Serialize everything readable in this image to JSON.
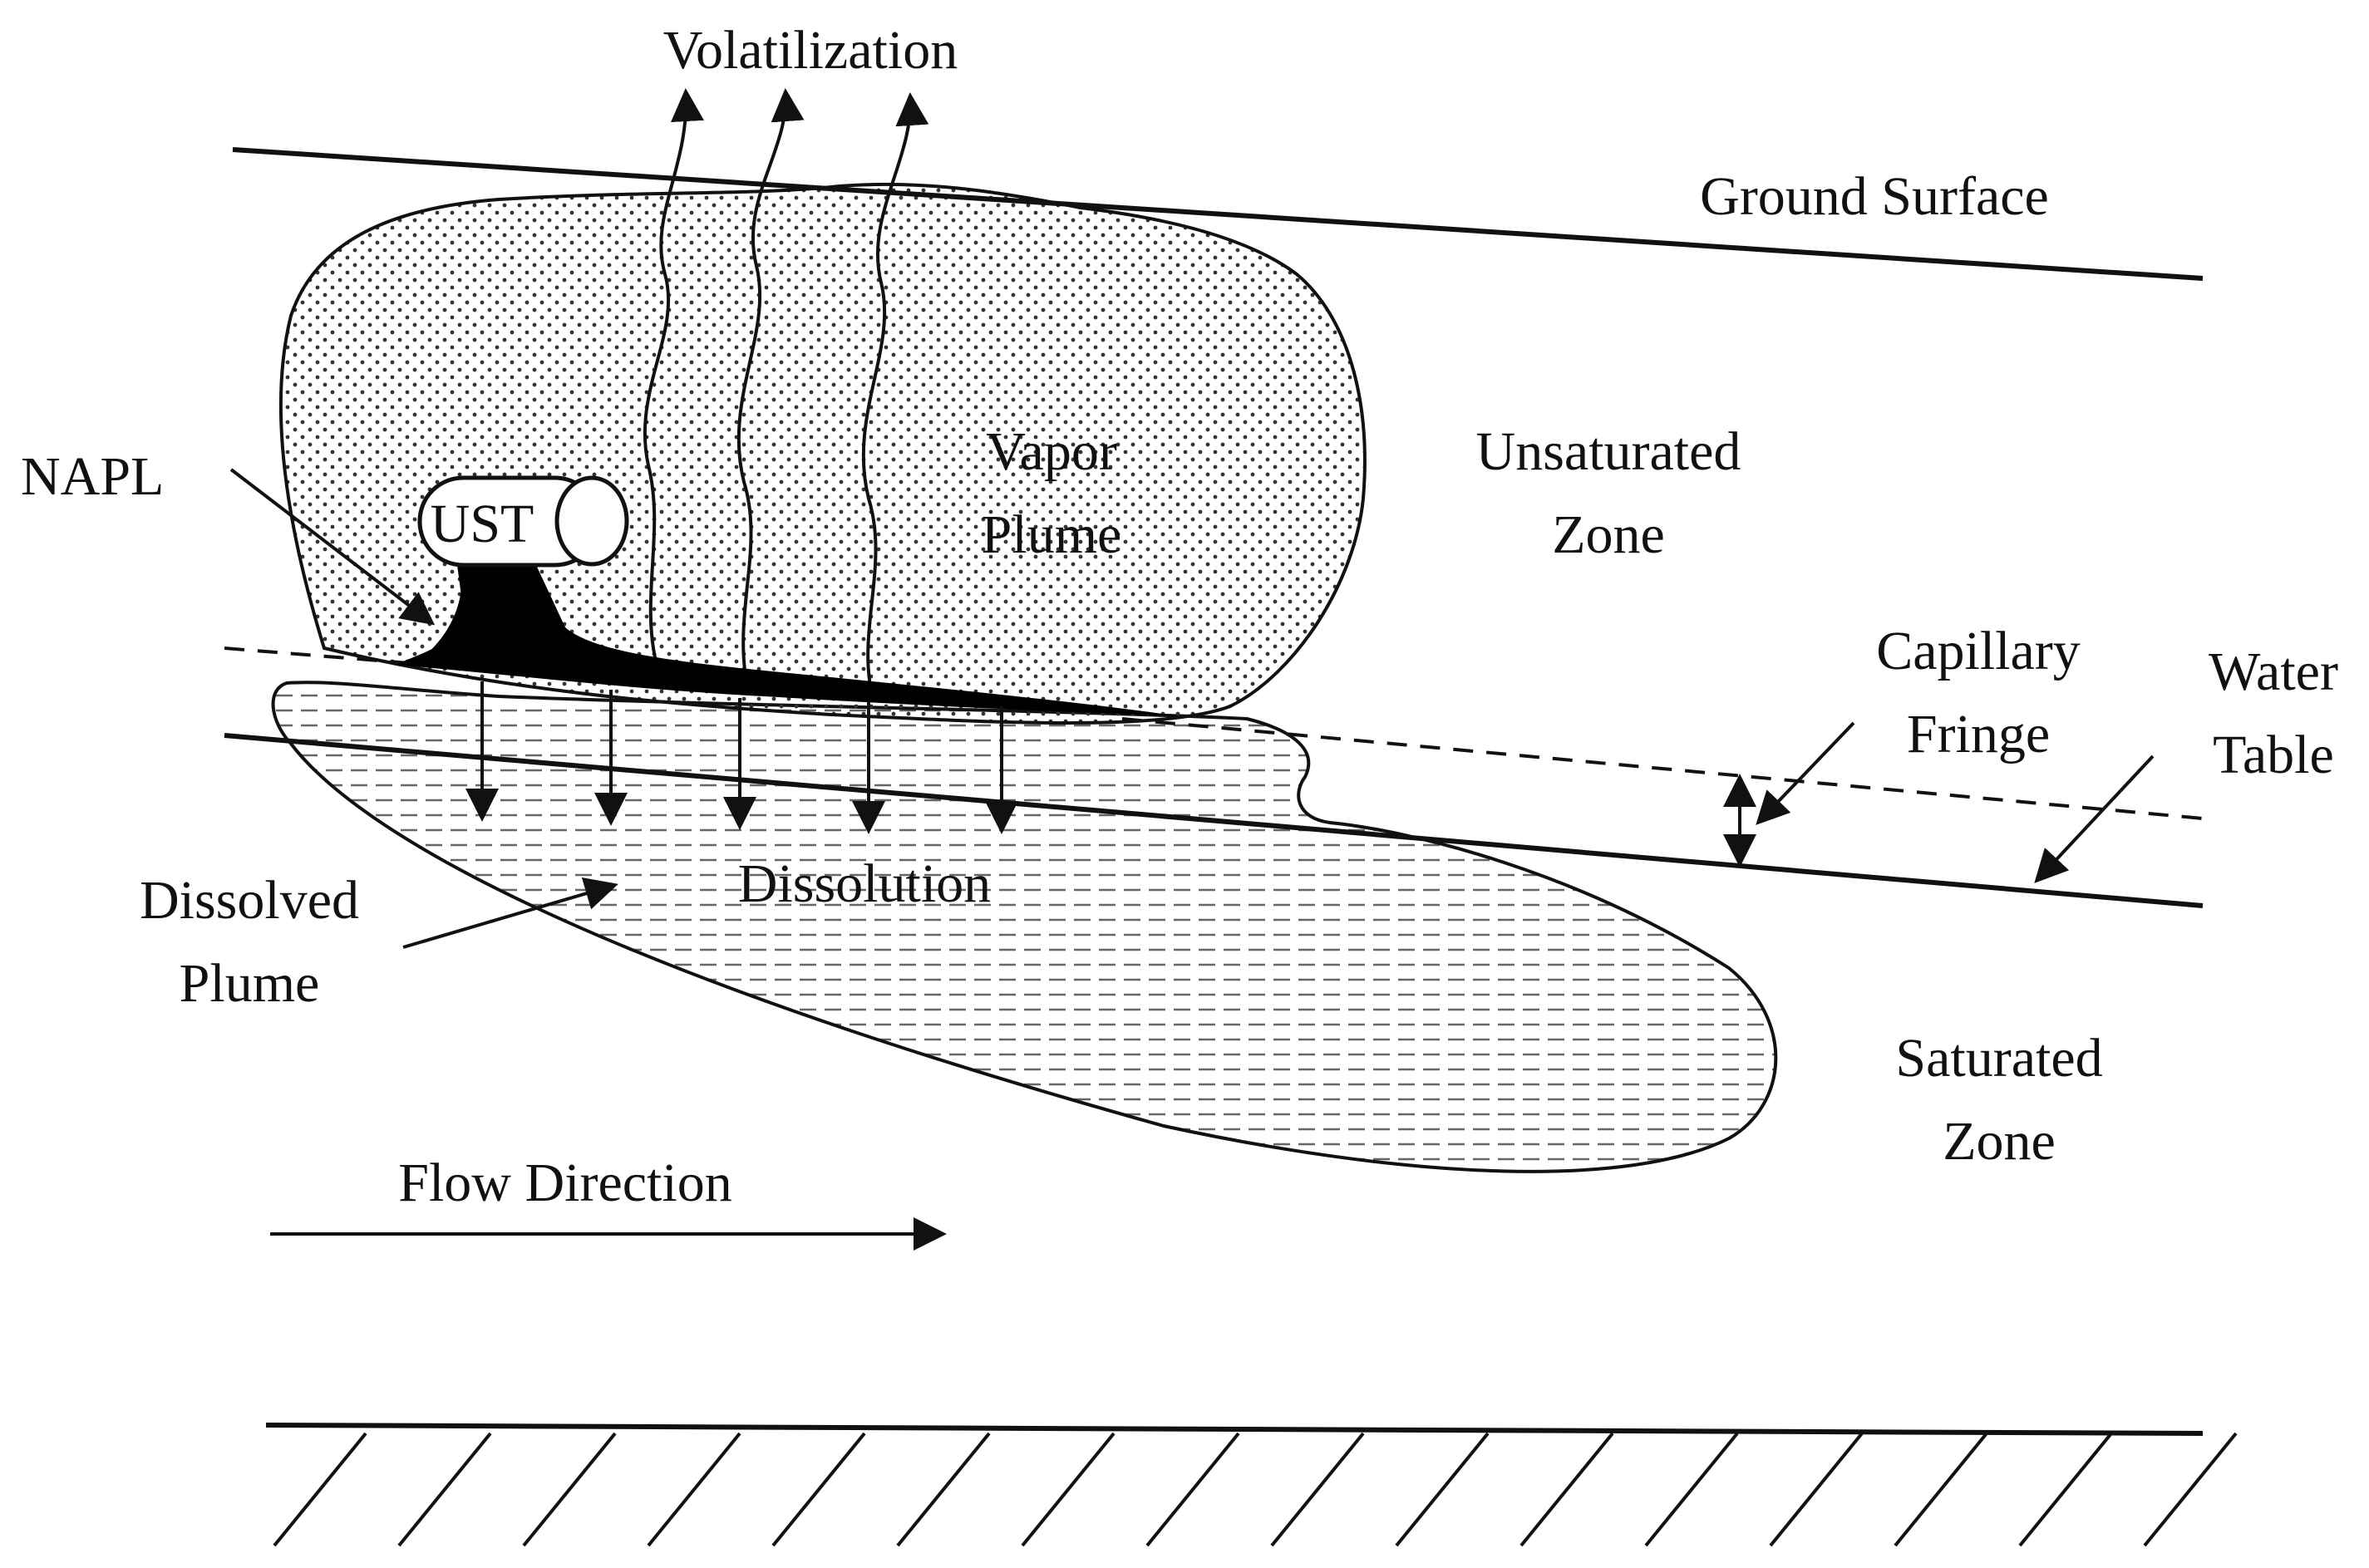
{
  "labels": {
    "volatilization": "Volatilization",
    "ground_surface": "Ground Surface",
    "napl": "NAPL",
    "ust": "UST",
    "vapor_plume_1": "Vapor",
    "vapor_plume_2": "Plume",
    "unsaturated_zone_1": "Unsaturated",
    "unsaturated_zone_2": "Zone",
    "capillary_fringe_1": "Capillary",
    "capillary_fringe_2": "Fringe",
    "water_table_1": "Water",
    "water_table_2": "Table",
    "dissolved_plume_1": "Dissolved",
    "dissolved_plume_2": "Plume",
    "dissolution": "Dissolution",
    "saturated_zone_1": "Saturated",
    "saturated_zone_2": "Zone",
    "flow_direction": "Flow Direction"
  },
  "colors": {
    "line": "#111111",
    "napl": "#000000",
    "background": "#ffffff"
  }
}
